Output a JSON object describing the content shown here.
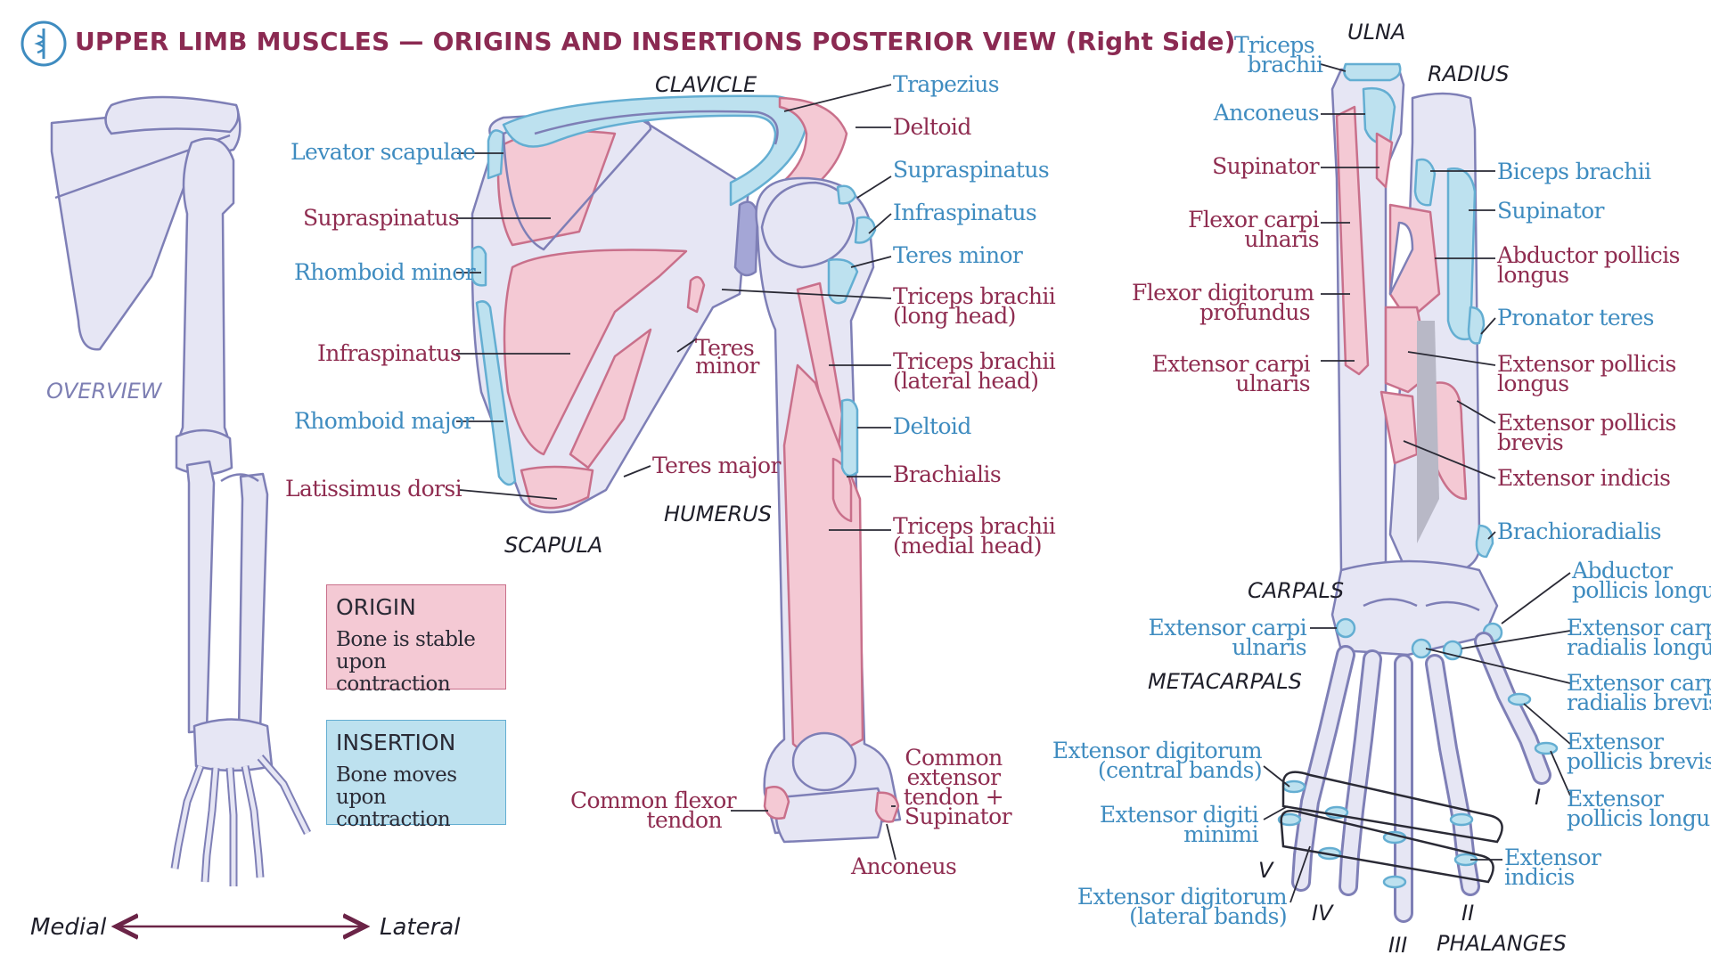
{
  "title": {
    "main": "UPPER LIMB MUSCLES — ORIGINS AND INSERTIONS POSTERIOR VIEW",
    "side": "(Right Side)"
  },
  "colors": {
    "origin": "#f4c9d4",
    "origin_stroke": "#c9708b",
    "insertion": "#bde1ef",
    "insertion_stroke": "#64aed2",
    "bone": "#e6e6f4",
    "bone_stroke": "#7e7fb6",
    "origin_text": "#8f2c50",
    "insertion_text": "#3f8cc0",
    "title": "#8b2a52"
  },
  "overview": {
    "label": "OVERVIEW",
    "medial": "Medial",
    "lateral": "Lateral"
  },
  "legend": {
    "origin_heading": "ORIGIN",
    "origin_text_1": "Bone is stable",
    "origin_text_2": "upon contraction",
    "insertion_heading": "INSERTION",
    "insertion_text_1": "Bone moves",
    "insertion_text_2": "upon contraction"
  },
  "bones": {
    "clavicle": "CLAVICLE",
    "scapula": "SCAPULA",
    "humerus": "HUMERUS",
    "ulna": "ULNA",
    "radius": "RADIUS",
    "carpals": "CARPALS",
    "metacarpals": "METACARPALS",
    "phalanges": "PHALANGES",
    "digit_1": "I",
    "digit_2": "II",
    "digit_3": "III",
    "digit_4": "IV",
    "digit_5": "V"
  },
  "shoulder_labels": {
    "levator_scapulae": "Levator scapulae",
    "supraspinatus_o": "Supraspinatus",
    "rhomboid_minor": "Rhomboid minor",
    "infraspinatus_o": "Infraspinatus",
    "rhomboid_major": "Rhomboid major",
    "latissimus_dorsi": "Latissimus dorsi",
    "teres_minor_o_1": "Teres",
    "teres_minor_o_2": "minor",
    "teres_major": "Teres major",
    "trapezius": "Trapezius",
    "deltoid_o": "Deltoid",
    "supraspinatus_i": "Supraspinatus",
    "infraspinatus_i": "Infraspinatus",
    "teres_minor_i": "Teres minor",
    "triceps_long_1": "Triceps brachii",
    "triceps_long_2": "(long head)",
    "triceps_lateral_1": "Triceps brachii",
    "triceps_lateral_2": "(lateral head)",
    "deltoid_i": "Deltoid",
    "brachialis": "Brachialis",
    "triceps_medial_1": "Triceps brachii",
    "triceps_medial_2": "(medial head)",
    "common_flexor_1": "Common flexor",
    "common_flexor_2": "tendon",
    "common_extensor_1": "Common",
    "common_extensor_2": "extensor",
    "common_extensor_3": "tendon +",
    "common_extensor_4": "Supinator",
    "anconeus_o": "Anconeus"
  },
  "forearm_labels": {
    "triceps_i_1": "Triceps",
    "triceps_i_2": "brachii",
    "anconeus_i": "Anconeus",
    "supinator_o": "Supinator",
    "fcu_1": "Flexor carpi",
    "fcu_2": "ulnaris",
    "fdp_1": "Flexor digitorum",
    "fdp_2": "profundus",
    "ecu_o_1": "Extensor carpi",
    "ecu_o_2": "ulnaris",
    "biceps_i": "Biceps brachii",
    "supinator_i": "Supinator",
    "apl_o_1": "Abductor pollicis",
    "apl_o_2": "longus",
    "pronator_teres": "Pronator teres",
    "epl_o_1": "Extensor pollicis",
    "epl_o_2": "longus",
    "epb_o_1": "Extensor pollicis",
    "epb_o_2": "brevis",
    "extensor_indicis_o": "Extensor indicis",
    "brachioradialis": "Brachioradialis",
    "apl_i_1": "Abductor",
    "apl_i_2": "pollicis longus",
    "ecrl_1": "Extensor carpi",
    "ecrl_2": "radialis longus",
    "ecrb_1": "Extensor carpi",
    "ecrb_2": "radialis brevis",
    "epb_i_1": "Extensor",
    "epb_i_2": "pollicis brevis",
    "epl_i_1": "Extensor",
    "epl_i_2": "pollicis longus",
    "ecu_i_1": "Extensor carpi",
    "ecu_i_2": "ulnaris",
    "edc_central_1": "Extensor digitorum",
    "edc_central_2": "(central bands)",
    "edm_1": "Extensor digiti",
    "edm_2": "minimi",
    "edc_lateral_1": "Extensor digitorum",
    "edc_lateral_2": "(lateral bands)",
    "ext_indicis_i_1": "Extensor",
    "ext_indicis_i_2": "indicis"
  }
}
